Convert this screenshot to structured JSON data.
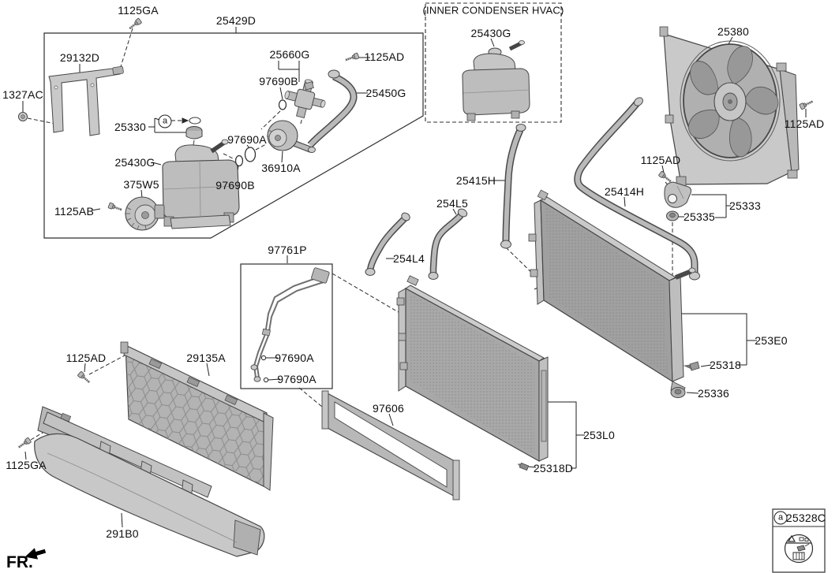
{
  "diagram": {
    "fr": "FR.",
    "hvac_box_title": "(INNER CONDENSER HVAC)",
    "callout_marker": "a",
    "legend": {
      "marker": "a",
      "code": "25328C"
    },
    "labels": {
      "bolt_1125ga_top": "1125GA",
      "assy_25429d": "25429D",
      "bracket_29132d": "29132D",
      "nut_1327ac": "1327AC",
      "cap_25330": "25330",
      "fitting_25660g": "25660G",
      "oring_97690b_top": "97690B",
      "bolt_1125ad_top": "1125AD",
      "hose_25450g": "25450G",
      "oring_97690a_top": "97690A",
      "tank_25430g": "25430G",
      "pump_36910a": "36910A",
      "motor_375w5": "375W5",
      "oring_97690b_mid": "97690B",
      "bolt_1125ab": "1125AB",
      "tank_25430g_hvac": "25430G",
      "fan_25380": "25380",
      "bolt_1125ad_right": "1125AD",
      "bolt_1125ad_mid": "1125AD",
      "hose_25415h": "25415H",
      "hose_25414h": "25414H",
      "hose_254l5": "254L5",
      "bracket_25333": "25333",
      "grommet_25335": "25335",
      "pipe_97761p": "97761P",
      "hose_254l4": "254L4",
      "oring_97690a_box1": "97690A",
      "oring_97690a_box2": "97690A",
      "bolt_1125ad_left": "1125AD",
      "guard_29135a": "29135A",
      "seal_97606": "97606",
      "radiator_253e0": "253E0",
      "plug_25318": "25318",
      "grommet_25336": "25336",
      "condenser_253l0": "253L0",
      "plug_25318d": "25318D",
      "bolt_1125ga_bottom": "1125GA",
      "duct_291b0": "291B0"
    }
  }
}
